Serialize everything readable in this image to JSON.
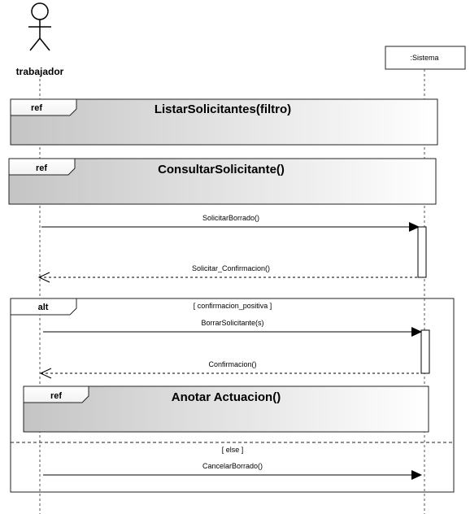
{
  "actor": {
    "name": "trabajador"
  },
  "system": {
    "name": ":Sistema"
  },
  "refs": [
    {
      "tag": "ref",
      "title": "ListarSolicitantes(filtro)"
    },
    {
      "tag": "ref",
      "title": "ConsultarSolicitante()"
    },
    {
      "tag": "ref",
      "title": "Anotar Actuacion()"
    }
  ],
  "messages": {
    "solicitar_borrado": "SolicitarBorrado()",
    "solicitar_confirmacion": "Solicitar_Confirmacion()",
    "borrar_solicitante": "BorrarSolicitante(s)",
    "confirmacion": "Confirmacion()",
    "cancelar_borrado": "CancelarBorrado()"
  },
  "alt_fragment": {
    "tag": "alt",
    "guard_1": "[ confirmacion_positiva ]",
    "guard_2": "[ else ]"
  }
}
